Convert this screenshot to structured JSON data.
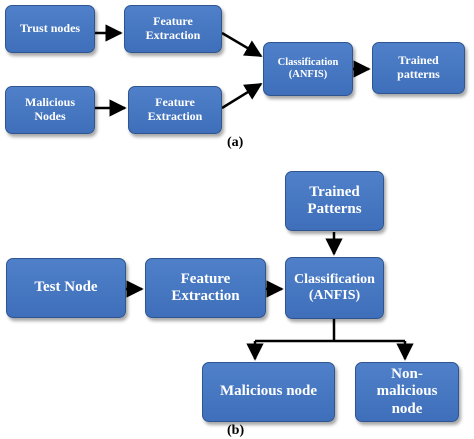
{
  "panel_a": {
    "caption": "(a)",
    "trust_nodes": "Trust nodes",
    "feature_extraction_1": [
      "Feature",
      "Extraction"
    ],
    "malicious_nodes": [
      "Malicious",
      "Nodes"
    ],
    "feature_extraction_2": [
      "Feature",
      "Extraction"
    ],
    "classification": [
      "Classification",
      "(ANFIS)"
    ],
    "trained_patterns": [
      "Trained",
      "patterns"
    ]
  },
  "panel_b": {
    "caption": "(b)",
    "trained_patterns": [
      "Trained",
      "Patterns"
    ],
    "test_node": "Test Node",
    "feature_extraction": [
      "Feature",
      "Extraction"
    ],
    "classification": [
      "Classification",
      "(ANFIS)"
    ],
    "malicious_node": "Malicious node",
    "non_malicious_node": [
      "Non-",
      "malicious",
      "node"
    ]
  },
  "colors": {
    "box_fill": "#4472c4",
    "box_border": "#2f5591",
    "text": "#ffffff",
    "arrow": "#000000"
  }
}
